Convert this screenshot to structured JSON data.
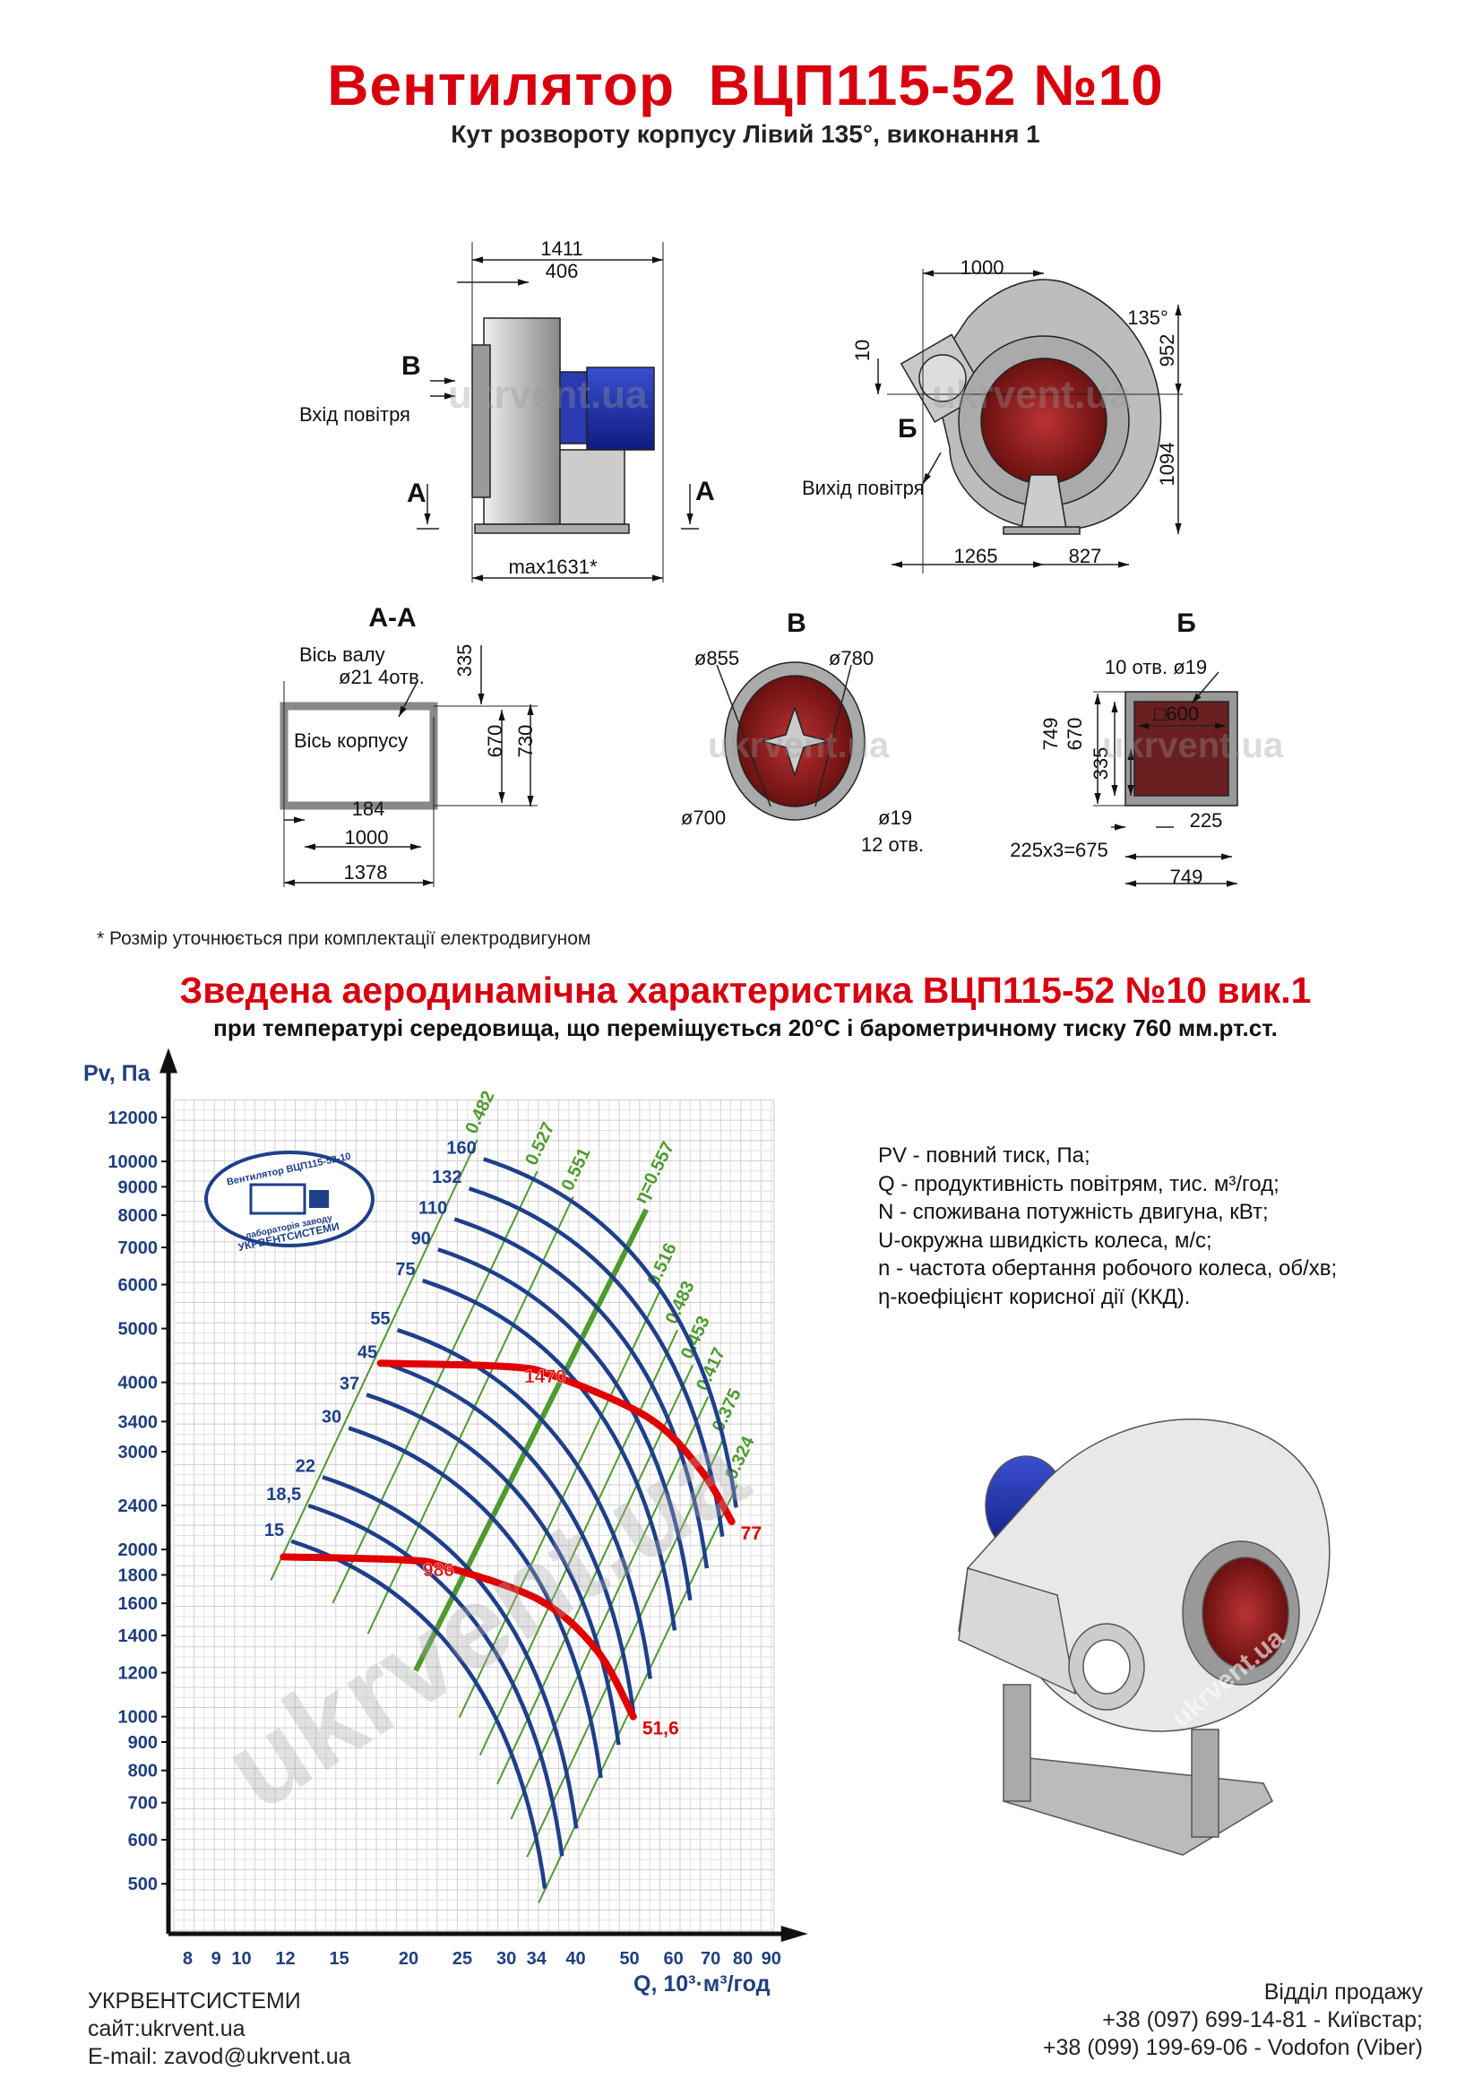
{
  "header": {
    "title": "Вентилятор  ВЦП115-52 №10",
    "subtitle": "Кут розвороту корпусу Лівий 135°, виконання 1"
  },
  "drawings": {
    "watermark": "ukrvent.ua",
    "side_view": {
      "dim_total": "1411",
      "dim_inlet": "406",
      "view_b": "В",
      "inlet_label": "Вхід повітря",
      "section_a_left": "А",
      "section_a_right": "А",
      "dim_max": "max1631*"
    },
    "front_view": {
      "dim_width": "1000",
      "angle": "135°",
      "dim_10": "10",
      "dim_952": "952",
      "view_b2": "Б",
      "outlet_label": "Вихід повітря",
      "dim_1094": "1094",
      "dim_1265": "1265",
      "dim_827": "827"
    },
    "section_aa": {
      "title": "А-А",
      "shaft_axis": "Вісь валу",
      "holes": "ø21 4отв.",
      "dim_335": "335",
      "housing_axis": "Вісь корпусу",
      "dim_670": "670",
      "dim_730": "730",
      "dim_184": "184",
      "dim_1000": "1000",
      "dim_1378": "1378"
    },
    "view_v": {
      "title": "В",
      "d855": "ø855",
      "d780": "ø780",
      "d700": "ø700",
      "d19": "ø19",
      "holes": "12 отв."
    },
    "view_b": {
      "title": "Б",
      "holes": "10 отв. ø19",
      "sq600": "□600",
      "dim_749v": "749",
      "dim_670": "670",
      "dim_335": "335",
      "dim_225": "225",
      "dim_675": "225x3=675",
      "dim_749h": "749"
    },
    "footnote": "* Розмір уточнюється при комплектації електродвигуном"
  },
  "chart_section": {
    "title": "Зведена аеродинамічна характеристика ВЦП115-52 №10 вик.1",
    "subtitle": "при температурі середовища, що переміщується 20°С і барометричному тиску 760 мм.рт.ст."
  },
  "stamp": {
    "line1": "Вентилятор ВЦП115-52-10",
    "line2": "лабораторія заводу",
    "line3": "УКРВЕНТСИСТЕМИ"
  },
  "chart_data": {
    "type": "line",
    "title": "Зведена аеродинамічна характеристика ВЦП115-52 №10 вик.1",
    "xlabel": "Q, 10³·м³/год",
    "ylabel": "Pv, Па",
    "xscale": "log",
    "yscale": "log",
    "xlim": [
      7.4,
      91
    ],
    "ylim": [
      410,
      12900
    ],
    "grid": true,
    "x_ticks": [
      "8",
      "9",
      "10",
      "12",
      "15",
      "20",
      "25",
      "30",
      "34",
      "40",
      "50",
      "60",
      "70",
      "80",
      "90"
    ],
    "y_ticks": [
      "12000",
      "10000",
      "9000",
      "8000",
      "7000",
      "6000",
      "5000",
      "4000",
      "3400",
      "3000",
      "2400",
      "2000",
      "1800",
      "1600",
      "1400",
      "1200",
      "1000",
      "900",
      "800",
      "700",
      "600",
      "500"
    ],
    "power_curves": [
      {
        "label": "160",
        "start": [
          27.3,
          10100
        ],
        "end": [
          77.8,
          2380
        ]
      },
      {
        "label": "132",
        "start": [
          25.7,
          8940
        ],
        "end": [
          73.5,
          2110
        ]
      },
      {
        "label": "110",
        "start": [
          24.2,
          7870
        ],
        "end": [
          68.9,
          1850
        ]
      },
      {
        "label": "90",
        "start": [
          22.6,
          6940
        ],
        "end": [
          64.3,
          1620
        ]
      },
      {
        "label": "75",
        "start": [
          21.2,
          6100
        ],
        "end": [
          60.3,
          1430
        ]
      },
      {
        "label": "55",
        "start": [
          19.1,
          4970
        ],
        "end": [
          54.5,
          1170
        ]
      },
      {
        "label": "45",
        "start": [
          18.1,
          4330
        ],
        "end": [
          50.8,
          1020
        ]
      },
      {
        "label": "37",
        "start": [
          16.8,
          3800
        ],
        "end": [
          47.8,
          890
        ]
      },
      {
        "label": "30",
        "start": [
          15.6,
          3310
        ],
        "end": [
          44.4,
          776
        ]
      },
      {
        "label": "22",
        "start": [
          14.0,
          2700
        ],
        "end": [
          40.1,
          629
        ]
      },
      {
        "label": "18,5",
        "start": [
          13.2,
          2400
        ],
        "end": [
          37.8,
          561
        ]
      },
      {
        "label": "15",
        "start": [
          12.3,
          2070
        ],
        "end": [
          35.2,
          490
        ]
      }
    ],
    "efficiency_lines": [
      {
        "label": "0.482",
        "top": [
          26.6,
          10940
        ],
        "bottom": [
          11.3,
          1760
        ],
        "bold": false
      },
      {
        "label": "0.527",
        "top": [
          34.1,
          9600
        ],
        "bottom": [
          14.6,
          1600
        ],
        "bold": false
      },
      {
        "label": "0.551",
        "top": [
          39.6,
          8640
        ],
        "bottom": [
          16.9,
          1410
        ],
        "bold": false
      },
      {
        "label": "η=0.557",
        "top": [
          53.6,
          8190
        ],
        "bottom": [
          20.6,
          1210
        ],
        "bold": true
      },
      {
        "label": "0.516",
        "top": [
          56.6,
          5820
        ],
        "bottom": [
          24.7,
          997
        ],
        "bold": false
      },
      {
        "label": "0.483",
        "top": [
          61.0,
          4970
        ],
        "bottom": [
          26.9,
          852
        ],
        "bold": false
      },
      {
        "label": "0.453",
        "top": [
          65.0,
          4300
        ],
        "bottom": [
          28.9,
          756
        ],
        "bold": false
      },
      {
        "label": "0.417",
        "top": [
          69.3,
          3770
        ],
        "bottom": [
          30.6,
          654
        ],
        "bold": false
      },
      {
        "label": "0.375",
        "top": [
          74.0,
          3180
        ],
        "bottom": [
          32.7,
          559
        ],
        "bold": false
      },
      {
        "label": "0.324",
        "top": [
          78.1,
          2610
        ],
        "bottom": [
          34.3,
          462
        ],
        "bold": false
      }
    ],
    "speed_curves": [
      {
        "rpm_label": "1470",
        "end_label": "77",
        "points": [
          [
            17.8,
            4330
          ],
          [
            30.0,
            4270
          ],
          [
            36.8,
            4100
          ],
          [
            54.2,
            3450
          ],
          [
            67.2,
            2780
          ],
          [
            76.4,
            2245
          ]
        ]
      },
      {
        "rpm_label": "986",
        "end_label": "51,6",
        "points": [
          [
            11.9,
            1940
          ],
          [
            19.7,
            1915
          ],
          [
            23.4,
            1860
          ],
          [
            34.5,
            1620
          ],
          [
            43.7,
            1315
          ],
          [
            50.8,
            1000
          ]
        ]
      }
    ],
    "colors": {
      "power": "#1e3f8a",
      "efficiency": "#4f9a2f",
      "speed": "#e00000",
      "axis_text": "#1f3f7f"
    }
  },
  "legend": [
    "PV - повний тиск, Па;",
    "Q - продуктивність повітрям, тис. м³/год;",
    "N - споживана потужність двигуна, кВт;",
    "U-окружна швидкість колеса, м/с;",
    "n - частота обертання робочого колеса, об/хв;",
    "η-коефіцієнт корисної дії (ККД)."
  ],
  "footer": {
    "company": "УКРВЕНТСИСТЕМИ",
    "site": "сайт:ukrvent.ua",
    "email": "E-mail: zavod@ukrvent.ua",
    "sales_title": "Відділ продажу",
    "phone1": "+38 (097) 699-14-81 - Київстар;",
    "phone2": "+38 (099) 199-69-06 - Vodofon (Viber)"
  }
}
